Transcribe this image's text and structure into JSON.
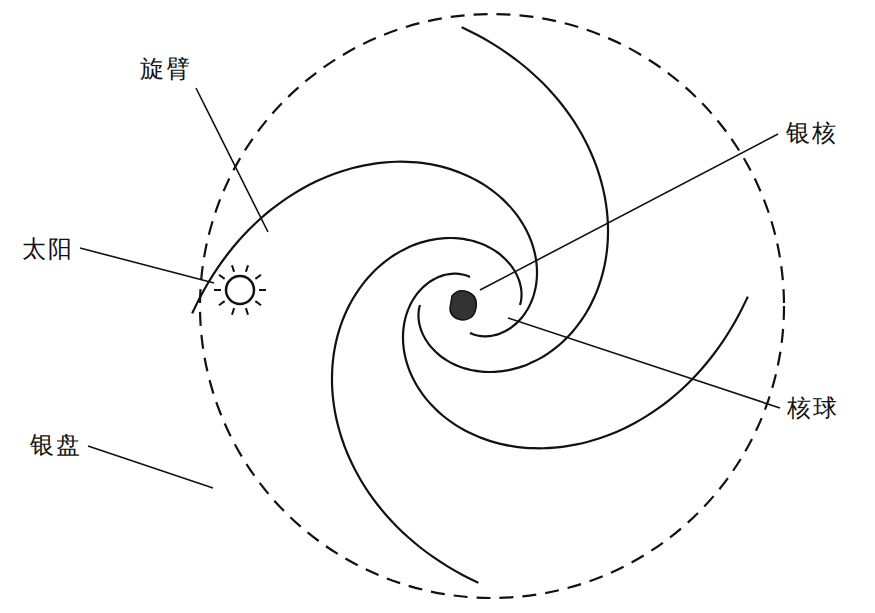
{
  "diagram": {
    "labels": [
      "旋臂",
      "太阳",
      "银盘",
      "银核",
      "核球"
    ]
  }
}
